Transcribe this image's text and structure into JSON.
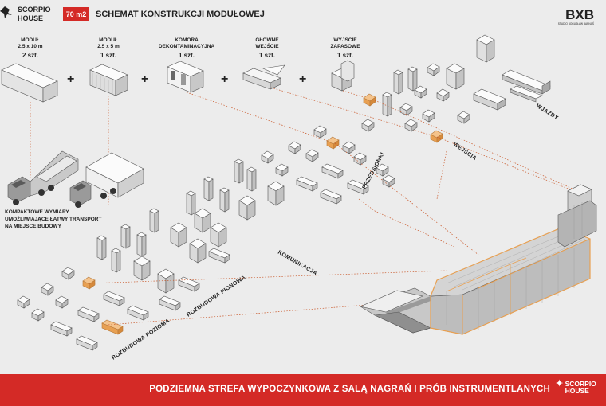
{
  "header": {
    "logo": "SCORPIO HOUSE",
    "area_badge": "70 m2",
    "title": "SCHEMAT KONSTRUKCJI MODUŁOWEJ",
    "brand": "BXB",
    "brand_sub": "STUDIO BOGUSŁAW BARNAŚ"
  },
  "modules": [
    {
      "lines": [
        "MODUŁ",
        "2.5 x 10 m"
      ],
      "count": "2 szt."
    },
    {
      "lines": [
        "MODUŁ",
        "2.5 x 5 m"
      ],
      "count": "1 szt."
    },
    {
      "lines": [
        "KOMORA",
        "DEKONTAMINACYJNA"
      ],
      "count": "1 szt."
    },
    {
      "lines": [
        "GŁÓWNE",
        "WEJŚCIE"
      ],
      "count": "1 szt."
    },
    {
      "lines": [
        "WYJŚCIE",
        "ZAPASOWE"
      ],
      "count": "1 szt."
    }
  ],
  "plus_sign": "+",
  "transport": [
    "KOMPAKTOWE WYMIARY",
    "UMOŻLIWIAJĄCE ŁATWY TRANSPORT",
    "NA MIEJSCE BUDOWY"
  ],
  "group_labels": {
    "wjazdy": "WJAZDY",
    "wejscia": "WEJŚCIA",
    "przedsionki": "PRZEDSIONKI",
    "komunikacja": "KOMUNIKACJA",
    "rozbudowa_pionowa": "ROZBUDOWA PIONOWA",
    "rozbudowa_pozioma": "ROZBUDOWA POZIOMA"
  },
  "footer": {
    "text": "PODZIEMNA STREFA WYPOCZYNKOWA Z SALĄ NAGRAŃ I PRÓB INSTRUMENTLANYCH",
    "logo": "SCORPIO HOUSE"
  },
  "colors": {
    "accent": "#d42a26",
    "highlight": "#e8a052",
    "module_fill": "#f7f7f7",
    "background": "#ececec"
  }
}
